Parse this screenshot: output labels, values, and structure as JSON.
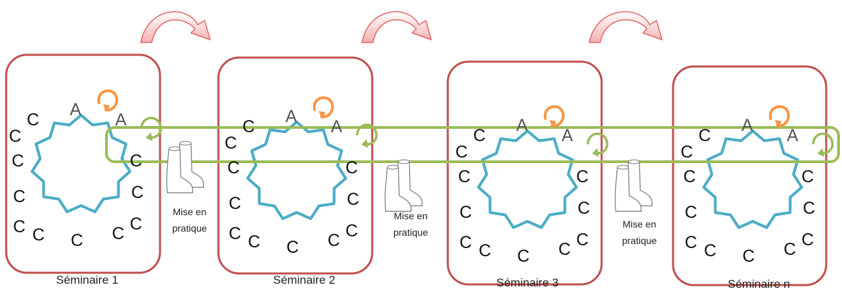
{
  "seminars": [
    {
      "caption": "Séminaire 1",
      "learner_letter": "C",
      "facilitator_letter": "A"
    },
    {
      "caption": "Séminaire 2",
      "learner_letter": "C",
      "facilitator_letter": "A"
    },
    {
      "caption": "Séminaire 3",
      "learner_letter": "C",
      "facilitator_letter": "A"
    },
    {
      "caption": "Séminaire n",
      "learner_letter": "C",
      "facilitator_letter": "A"
    }
  ],
  "practice": [
    {
      "line1": "Mise en",
      "line2": "pratique"
    },
    {
      "line1": "Mise en",
      "line2": "pratique"
    },
    {
      "line1": "Mise en",
      "line2": "pratique"
    }
  ],
  "colors": {
    "seminar_border": "#c0504d",
    "circle_star": "#4bacc6",
    "practice_band": "#9bbb59",
    "facilitator_arrow": "#f79646",
    "transition_arrow": "#e06666"
  }
}
